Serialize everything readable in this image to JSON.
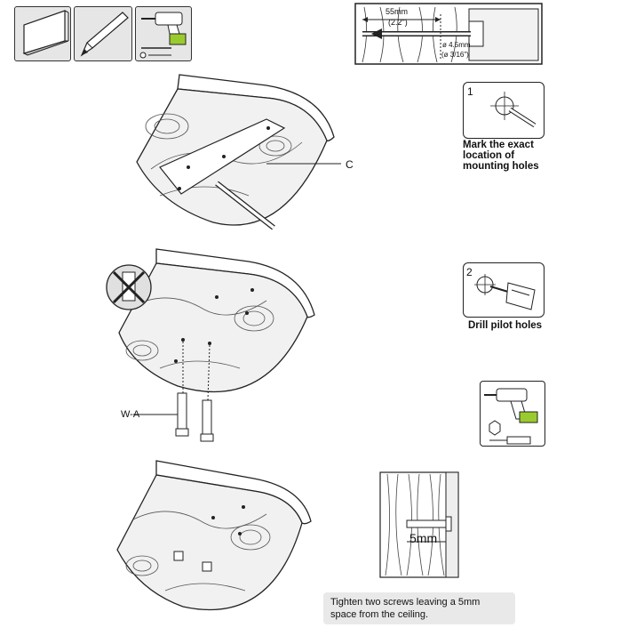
{
  "drill_spec": {
    "depth": "55mm",
    "depth_inch": "(2.2\")",
    "diameter": "ø 4.5mm",
    "diameter_inch": "(ø 3/16\")"
  },
  "steps": [
    {
      "number": "1",
      "caption_lines": [
        "Mark the exact",
        "location of",
        "mounting holes"
      ]
    },
    {
      "number": "2",
      "caption_lines": [
        "Drill pilot holes"
      ]
    }
  ],
  "parts": {
    "bracket_label": "C",
    "screw_label": "W-A"
  },
  "gap": {
    "measure": "5mm",
    "note_lines": [
      "Tighten two screws leaving a 5mm",
      "space from the ceiling."
    ]
  },
  "colors": {
    "line": "#222222",
    "panel_gray": "#e6e6e6",
    "note_bg": "#e9e9e9"
  }
}
